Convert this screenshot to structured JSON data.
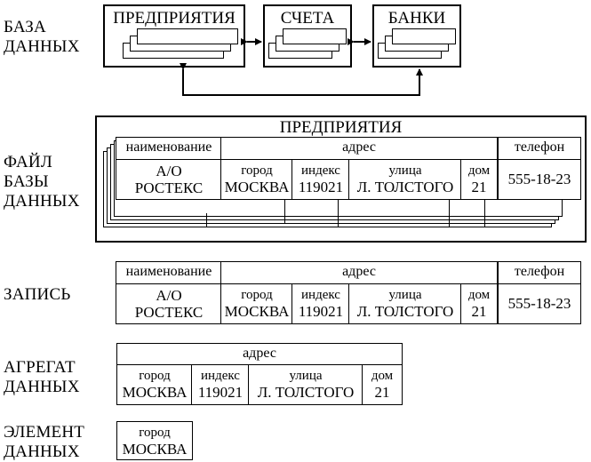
{
  "labels": {
    "database": "БАЗА\nДАННЫХ",
    "file": "ФАЙЛ\nБАЗЫ\nДАННЫХ",
    "record": "ЗАПИСЬ",
    "aggregate": "АГРЕГАТ\nДАННЫХ",
    "element": "ЭЛЕМЕНТ\nДАННЫХ"
  },
  "db_boxes": [
    "ПРЕДПРИЯТИЯ",
    "СЧЕТА",
    "БАНКИ"
  ],
  "file_title": "ПРЕДПРИЯТИЯ",
  "headers": {
    "name": "наименование",
    "address": "адрес",
    "phone": "телефон"
  },
  "fields": {
    "city": "город",
    "index": "индекс",
    "street": "улица",
    "house": "дом"
  },
  "record": {
    "name_line1": "А/О",
    "name_line2": "РОСТЕКС",
    "city": "МОСКВА",
    "index": "119021",
    "street": "Л. ТОЛСТОГО",
    "house": "21",
    "phone": "555-18-23"
  }
}
